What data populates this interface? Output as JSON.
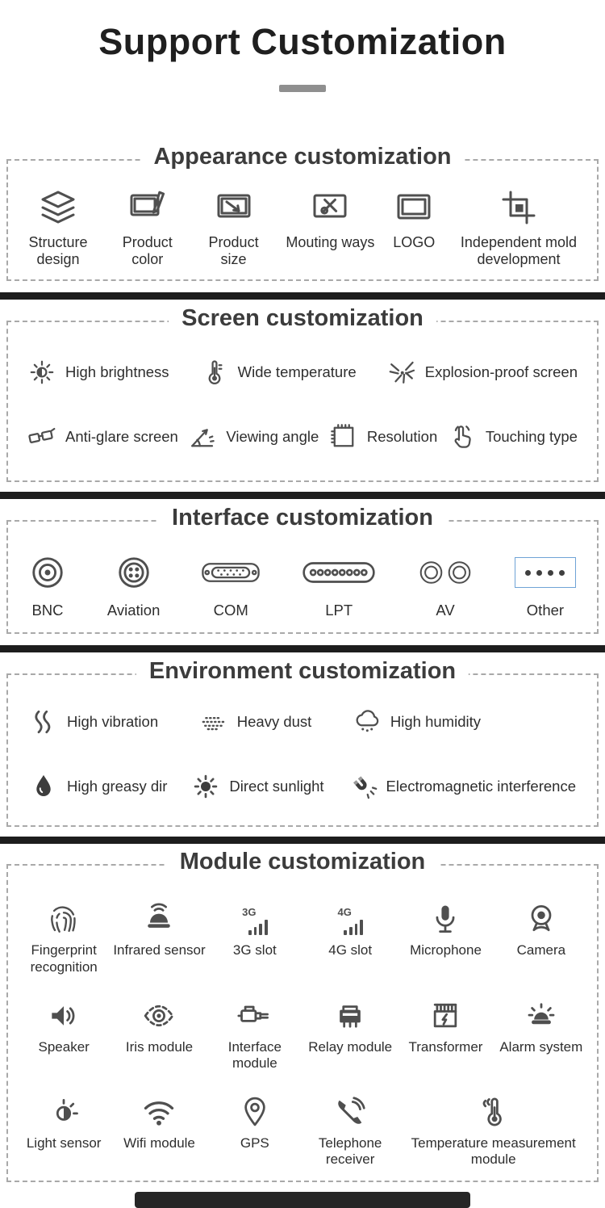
{
  "page": {
    "title": "Support Customization"
  },
  "accent_blue": "#6fa3d6",
  "divider_color": "#1d1d1d",
  "sections": {
    "appearance": {
      "title": "Appearance customization",
      "items": [
        {
          "label": "Structure design",
          "icon": "layers-icon"
        },
        {
          "label": "Product color",
          "icon": "screen-pen-icon"
        },
        {
          "label": "Product size",
          "icon": "screen-size-icon"
        },
        {
          "label": "Mouting ways",
          "icon": "screen-tools-icon"
        },
        {
          "label": "LOGO",
          "icon": "screen-icon"
        },
        {
          "label": "Independent mold development",
          "icon": "mold-icon"
        }
      ]
    },
    "screen": {
      "title": "Screen customization",
      "items": [
        {
          "label": "High brightness",
          "icon": "brightness-icon"
        },
        {
          "label": "Wide temperature",
          "icon": "thermometer-icon"
        },
        {
          "label": "Explosion-proof screen",
          "icon": "explosion-icon"
        },
        {
          "label": "Anti-glare screen",
          "icon": "glasses-icon"
        },
        {
          "label": "Viewing angle",
          "icon": "viewing-angle-icon"
        },
        {
          "label": "Resolution",
          "icon": "resolution-icon"
        },
        {
          "label": "Touching type",
          "icon": "touch-icon"
        }
      ]
    },
    "interface": {
      "title": "Interface customization",
      "items": [
        {
          "label": "BNC",
          "icon": "bnc-connector-icon"
        },
        {
          "label": "Aviation",
          "icon": "aviation-connector-icon"
        },
        {
          "label": "COM",
          "icon": "com-port-icon"
        },
        {
          "label": "LPT",
          "icon": "lpt-port-icon"
        },
        {
          "label": "AV",
          "icon": "av-connector-icon"
        },
        {
          "label": "Other",
          "icon": "other-ports-icon"
        }
      ]
    },
    "environment": {
      "title": "Environment customization",
      "items": [
        {
          "label": "High vibration",
          "icon": "vibration-icon"
        },
        {
          "label": "Heavy dust",
          "icon": "dust-icon"
        },
        {
          "label": "High humidity",
          "icon": "humidity-cloud-icon"
        },
        {
          "label": "High greasy dir",
          "icon": "droplet-icon"
        },
        {
          "label": "Direct sunlight",
          "icon": "sun-icon"
        },
        {
          "label": "Electromagnetic interference",
          "icon": "magnet-icon"
        }
      ]
    },
    "module": {
      "title": "Module customization",
      "items": [
        {
          "label": "Fingerprint recognition",
          "icon": "fingerprint-icon"
        },
        {
          "label": "Infrared sensor",
          "icon": "infrared-sensor-icon"
        },
        {
          "label": "3G slot",
          "icon": "signal-3g-icon",
          "icon_text": "3G"
        },
        {
          "label": "4G slot",
          "icon": "signal-4g-icon",
          "icon_text": "4G"
        },
        {
          "label": "Microphone",
          "icon": "microphone-icon"
        },
        {
          "label": "Camera",
          "icon": "camera-icon"
        },
        {
          "label": "Speaker",
          "icon": "speaker-icon"
        },
        {
          "label": "Iris module",
          "icon": "iris-icon"
        },
        {
          "label": "Interface module",
          "icon": "plug-icon"
        },
        {
          "label": "Relay module",
          "icon": "relay-icon"
        },
        {
          "label": "Transformer",
          "icon": "transformer-icon"
        },
        {
          "label": "Alarm system",
          "icon": "alarm-siren-icon"
        },
        {
          "label": "Light sensor",
          "icon": "light-sensor-icon"
        },
        {
          "label": "Wifi module",
          "icon": "wifi-icon"
        },
        {
          "label": "GPS",
          "icon": "gps-pin-icon"
        },
        {
          "label": "Telephone receiver",
          "icon": "telephone-icon"
        },
        {
          "label": "Temperature measurement module",
          "icon": "temperature-module-icon"
        }
      ]
    }
  }
}
